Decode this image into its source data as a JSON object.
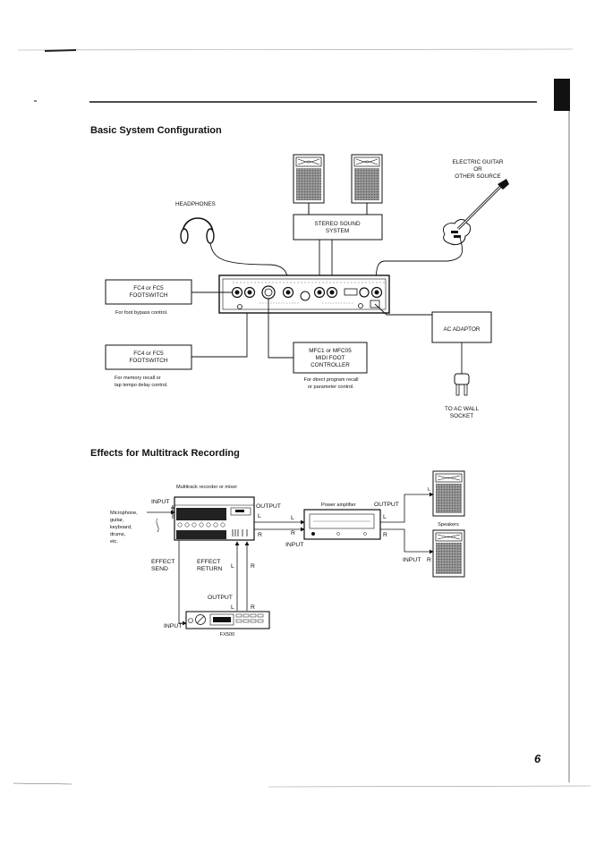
{
  "page_number": "6",
  "section1": {
    "title": "Basic System Configuration",
    "headphones": "HEADPHONES",
    "stereo_line1": "STEREO SOUND",
    "stereo_line2": "SYSTEM",
    "guitar_line1": "ELECTRIC GUITAR",
    "guitar_line2": "OR",
    "guitar_line3": "OTHER SOURCE",
    "fc_top_line1": "FC4 or FC5",
    "fc_top_line2": "FOOTSWITCH",
    "fc_top_caption": "For foot bypass control.",
    "fc_bottom_line1": "FC4 or FC5",
    "fc_bottom_line2": "FOOTSWITCH",
    "fc_bottom_caption1": "For memory recall or",
    "fc_bottom_caption2": "tap tempo delay control.",
    "mfc_line1": "MFC1 or MFC05",
    "mfc_line2": "MIDI FOOT",
    "mfc_line3": "CONTROLLER",
    "mfc_caption1": "For direct program recall",
    "mfc_caption2": "or parameter control.",
    "ac_adaptor": "AC ADAPTOR",
    "wall_line1": "TO AC WALL",
    "wall_line2": "SOCKET"
  },
  "section2": {
    "title": "Effects for Multitrack Recording",
    "recorder_label": "Multitrack recorder or mixer",
    "input": "INPUT",
    "sources_line1": "Microphone,",
    "sources_line2": "guitar,",
    "sources_line3": "keyboard,",
    "sources_line4": "drums,",
    "sources_line5": "etc.",
    "output": "OUTPUT",
    "L": "L",
    "R": "R",
    "effect_send_line1": "EFFECT",
    "effect_send_line2": "SEND",
    "effect_return_line1": "EFFECT",
    "effect_return_line2": "RETURN",
    "fx_output": "OUTPUT",
    "fx_input": "INPUT",
    "fx500": "FX500",
    "power_amp": "Power amplifier",
    "amp_output": "OUTPUT",
    "amp_input": "INPUT",
    "speakers": "Speakers",
    "input_r": "INPUT",
    "input_r_ch": "R"
  }
}
